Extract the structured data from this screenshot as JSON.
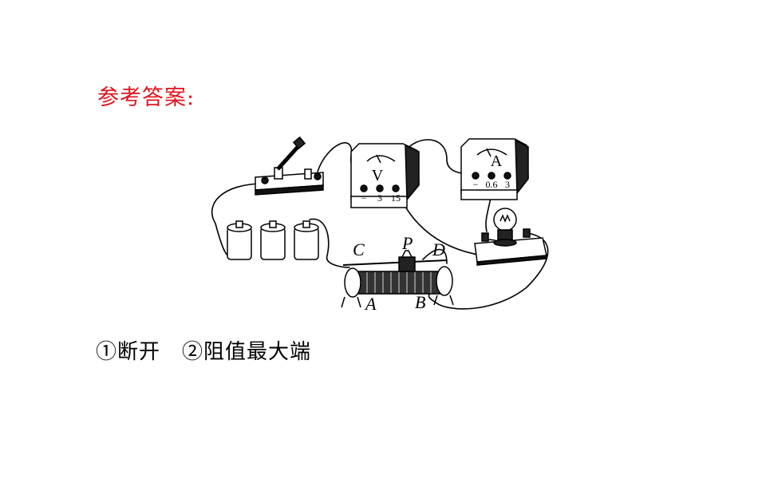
{
  "title": "参考答案:",
  "title_color": "#e0141e",
  "answer": "①断开　②阻值最大端",
  "diagram": {
    "voltmeter": {
      "letter": "V",
      "terminals": [
        "−",
        "3",
        "15"
      ]
    },
    "ammeter": {
      "letter": "A",
      "terminals": [
        "−",
        "0.6",
        "3"
      ]
    },
    "rheostat_labels": {
      "C": "C",
      "P": "P",
      "D": "D",
      "A": "A",
      "B": "B"
    }
  }
}
